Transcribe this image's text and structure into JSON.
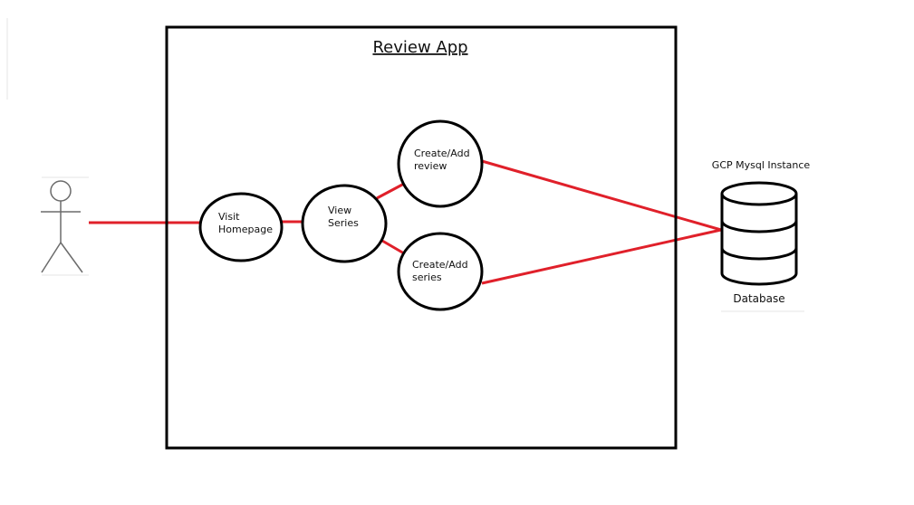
{
  "system": {
    "title": "Review App"
  },
  "use_cases": [
    {
      "id": "visit-homepage",
      "line1": "Visit",
      "line2": "Homepage"
    },
    {
      "id": "view-series",
      "line1": "View",
      "line2": "Series"
    },
    {
      "id": "create-review",
      "line1": "Create/Add",
      "line2": "review"
    },
    {
      "id": "create-series",
      "line1": "Create/Add",
      "line2": "series"
    }
  ],
  "database": {
    "title": "GCP Mysql Instance",
    "label": "Database"
  },
  "colors": {
    "connector": "#e0202a",
    "stroke": "#000000",
    "actor": "#6b6b6b",
    "faint_grid": "#e4e4e4"
  }
}
